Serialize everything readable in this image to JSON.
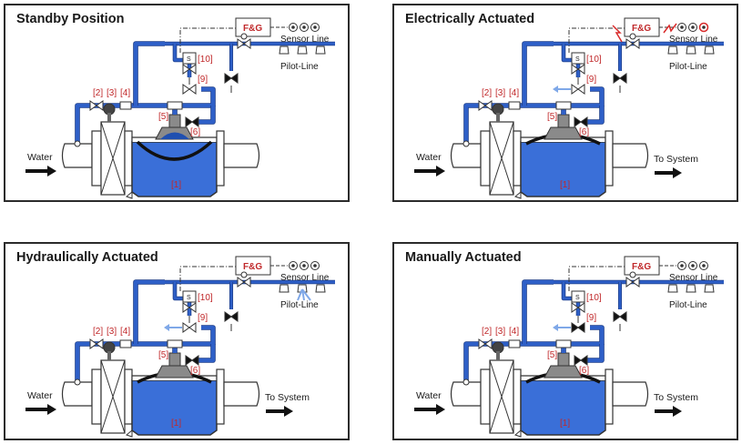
{
  "panels": [
    {
      "id": "standby",
      "title": "Standby Position",
      "show_to_system": false,
      "electric": false,
      "pilot_flow": false,
      "manual": false
    },
    {
      "id": "electric",
      "title": "Electrically Actuated",
      "show_to_system": true,
      "electric": true,
      "pilot_flow": false,
      "manual": false
    },
    {
      "id": "hydraulic",
      "title": "Hydraulically Actuated",
      "show_to_system": true,
      "electric": false,
      "pilot_flow": true,
      "manual": false
    },
    {
      "id": "manual",
      "title": "Manually Actuated",
      "show_to_system": true,
      "electric": false,
      "pilot_flow": false,
      "manual": true
    }
  ],
  "labels": {
    "fg": "F&G",
    "sensor_line": "Sensor Line",
    "pilot_line": "Pilot-Line",
    "water": "Water",
    "to_system": "To System",
    "n1": "[1]",
    "n2": "[2]",
    "n3": "[3]",
    "n4": "[4]",
    "n5": "[5]",
    "n6": "[6]",
    "n9": "[9]",
    "n10": "[10]",
    "solenoid": "S"
  },
  "colors": {
    "water": "#3a6fd8",
    "water_dark": "#1f4fb0",
    "pipe": "#2e5fc7",
    "outline": "#333333",
    "pilot_light": "#7fa8e8",
    "red": "#d92b2b",
    "gray_body": "#8a8a8a"
  }
}
